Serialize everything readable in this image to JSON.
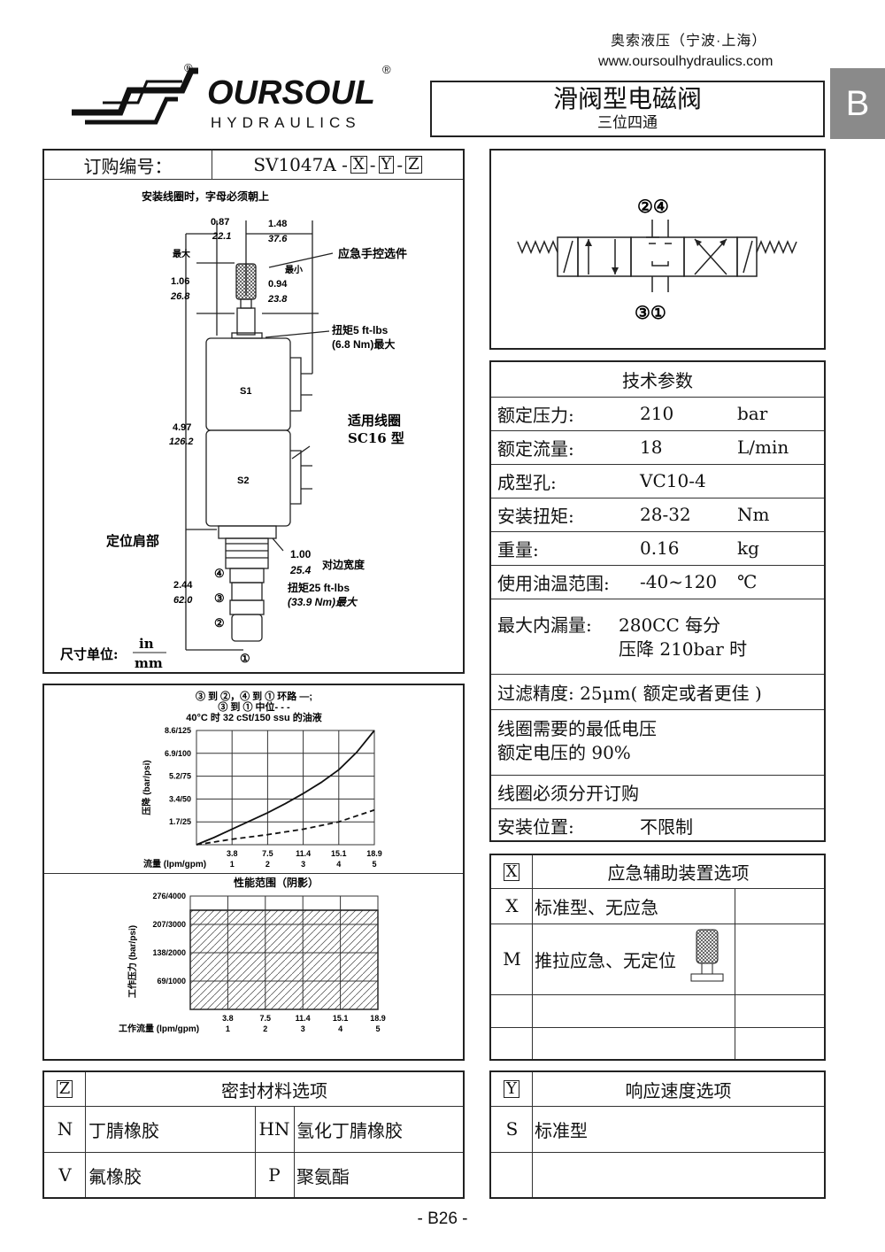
{
  "header": {
    "company": "奥索液压（宁波·上海）",
    "website": "www.oursoulhydraulics.com",
    "brand": "OURSOUL",
    "brand_sub": "HYDRAULICS",
    "reg": "®",
    "title": "滑阀型电磁阀",
    "subtitle": "三位四通",
    "section_tab": "B"
  },
  "order": {
    "label": "订购编号：",
    "code_prefix": "SV1047A -",
    "x": "X",
    "y": "Y",
    "z": "Z",
    "sep": "-"
  },
  "drawing": {
    "note": "安装线圈时，字母必须朝上",
    "dim1_in": "0.87",
    "dim1_mm": "22.1",
    "dim2_in": "1.48",
    "dim2_mm": "37.6",
    "max": "最大",
    "min": "最小",
    "dim3_in": "1.06",
    "dim3_mm": "26.8",
    "dim4_in": "0.94",
    "dim4_mm": "23.8",
    "manual": "应急手控选件",
    "torque1a": "扭矩5 ft-lbs",
    "torque1b": "(6.8 Nm)最大",
    "s1": "S1",
    "s2": "S2",
    "coil_a": "适用线圈",
    "coil_b": "SC16 型",
    "dim5_in": "4.97",
    "dim5_mm": "126.2",
    "shoulder": "定位肩部",
    "dim6_in": "1.00",
    "dim6_mm": "25.4",
    "flat": "对边宽度",
    "dim7_in": "2.44",
    "dim7_mm": "62.0",
    "torque2a": "扭矩25 ft-lbs",
    "torque2b": "(33.9 Nm)最大",
    "port4": "④",
    "port3": "③",
    "port2": "②",
    "port1": "①",
    "unit_label": "尺寸单位:",
    "unit_in": "in",
    "unit_mm": "mm"
  },
  "chart_data": [
    {
      "type": "line",
      "title_lines": [
        "③ 到 ②，④ 到 ① 环路 —;",
        "③ 到 ① 中位- - -",
        "40°C 时 32 cSt/150 ssu 的油液"
      ],
      "xlabel": "流量 (lpm/gpm)",
      "ylabel": "压降 (bar/psi)",
      "x_ticks_lpm": [
        "3.8",
        "7.5",
        "11.4",
        "15.1",
        "18.9"
      ],
      "x_ticks_gpm": [
        "1",
        "2",
        "3",
        "4",
        "5"
      ],
      "y_ticks": [
        "1.7/25",
        "3.4/50",
        "5.2/75",
        "6.9/100",
        "8.6/125"
      ],
      "xlim": [
        0,
        5
      ],
      "ylim": [
        0,
        125
      ],
      "series": [
        {
          "name": "③ 到 ②，④ 到 ① 环路",
          "style": "solid",
          "x": [
            0,
            0.5,
            1,
            1.5,
            2,
            2.5,
            3,
            3.5,
            4,
            4.5,
            5
          ],
          "y": [
            0,
            8,
            17,
            26,
            35,
            45,
            56,
            68,
            82,
            101,
            125
          ]
        },
        {
          "name": "③ 到 ① 中位",
          "style": "dashed",
          "x": [
            0,
            1,
            2,
            3,
            4,
            5
          ],
          "y": [
            0,
            6,
            11,
            17,
            25,
            38
          ]
        }
      ]
    },
    {
      "type": "area",
      "title": "性能范围（阴影）",
      "xlabel": "工作流量 (lpm/gpm)",
      "ylabel": "工作压力 (bar/psi)",
      "x_ticks_lpm": [
        "3.8",
        "7.5",
        "11.4",
        "15.1",
        "18.9"
      ],
      "x_ticks_gpm": [
        "1",
        "2",
        "3",
        "4",
        "5"
      ],
      "y_ticks": [
        "69/1000",
        "138/2000",
        "207/3000",
        "276/4000"
      ],
      "xlim": [
        0,
        5
      ],
      "ylim": [
        0,
        4000
      ],
      "shaded_max_psi": 3500,
      "shaded_max_gpm": 5
    }
  ],
  "schematic": {
    "top_ports": "②④",
    "bottom_ports": "③①"
  },
  "tech": {
    "title": "技术参数",
    "rows": [
      {
        "label": "额定压力:",
        "value": "210",
        "unit": "bar"
      },
      {
        "label": "额定流量:",
        "value": "18",
        "unit": "L/min"
      },
      {
        "label": "成型孔:",
        "value": "VC10-4",
        "unit": ""
      },
      {
        "label": "安装扭矩:",
        "value": "28-32",
        "unit": "Nm"
      },
      {
        "label": "重量:",
        "value": "0.16",
        "unit": "kg"
      },
      {
        "label": "使用油温范围:",
        "value": "-40~120",
        "unit": "℃"
      }
    ],
    "leak_label": "最大内漏量:",
    "leak_1": "280CC 每分",
    "leak_2": "压降 210bar 时",
    "filter": "过滤精度: 25μm( 额定或者更佳 )",
    "voltage_1": "线圈需要的最低电压",
    "voltage_2": "额定电压的 90%",
    "coil_order": "线圈必须分开订购",
    "mount_label": "安装位置:",
    "mount_value": "不限制"
  },
  "x_options": {
    "code": "X",
    "title": "应急辅助装置选项",
    "rows": [
      {
        "code": "X",
        "label": "标准型、无应急"
      },
      {
        "code": "M",
        "label": "推拉应急、无定位"
      }
    ]
  },
  "z_options": {
    "code": "Z",
    "title": "密封材料选项",
    "rows": [
      {
        "c1": "N",
        "l1": "丁腈橡胶",
        "c2": "HN",
        "l2": "氢化丁腈橡胶"
      },
      {
        "c1": "V",
        "l1": "氟橡胶",
        "c2": "P",
        "l2": "聚氨酯"
      }
    ]
  },
  "y_options": {
    "code": "Y",
    "title": "响应速度选项",
    "rows": [
      {
        "code": "S",
        "label": "标准型"
      }
    ]
  },
  "footer": {
    "page": "- B26 -"
  }
}
